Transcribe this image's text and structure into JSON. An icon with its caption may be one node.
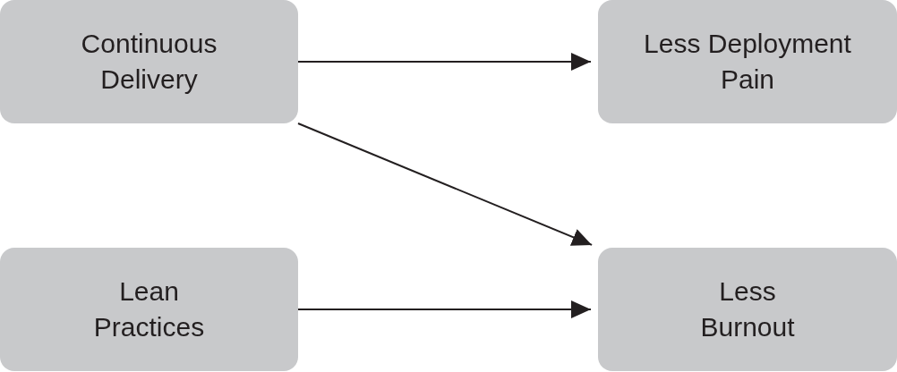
{
  "diagram": {
    "nodes": [
      {
        "text": [
          "Continuous Delivery"
        ]
      },
      {
        "text": [
          "Less Deployment Pain"
        ]
      },
      {
        "text": [
          "Lean Practices"
        ]
      },
      {
        "text": [
          "Less Burnout"
        ]
      }
    ],
    "edges": [
      {
        "from": 0,
        "to": 1,
        "arrow": "to"
      },
      {
        "from": 0,
        "to": 3,
        "arrow": "to"
      },
      {
        "from": 2,
        "to": 3,
        "arrow": "to"
      }
    ]
  }
}
